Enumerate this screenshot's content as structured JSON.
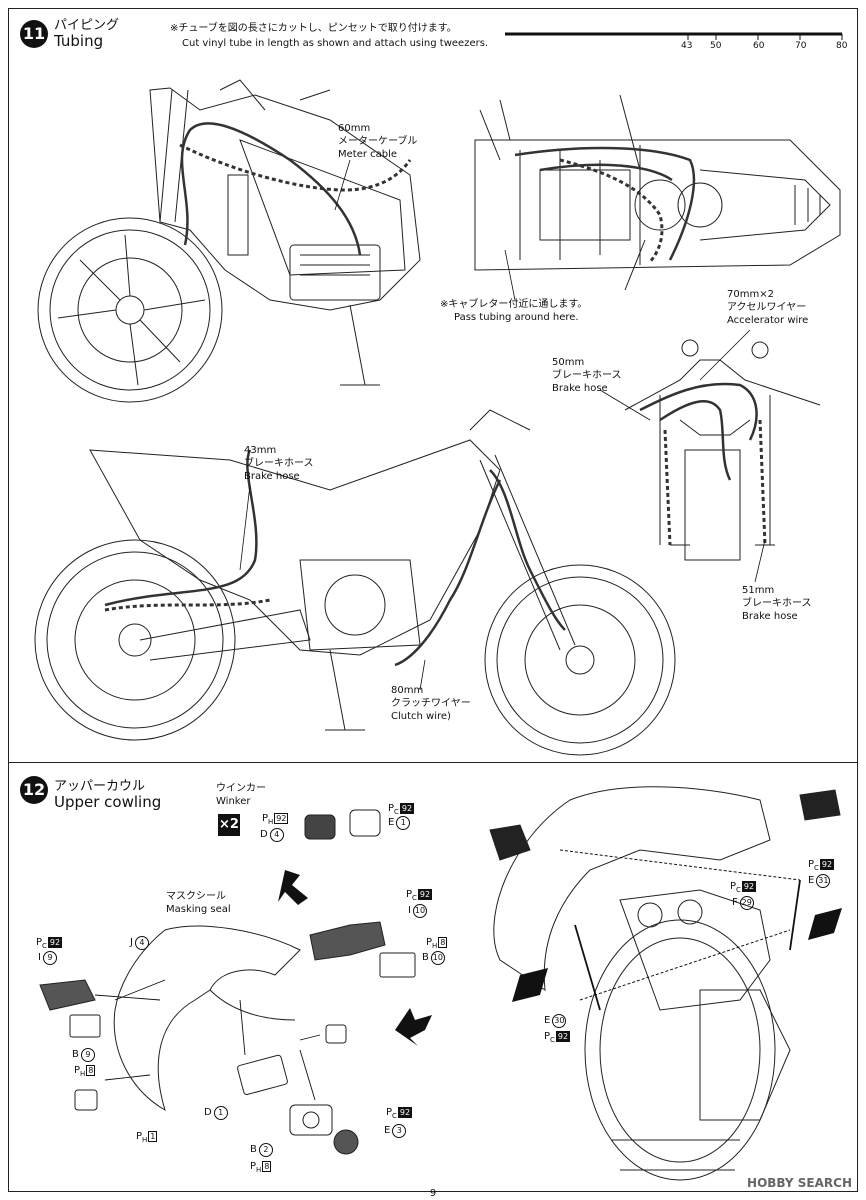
{
  "step11": {
    "number": "11",
    "title_ja": "パイピング",
    "title_en": "Tubing",
    "note_ja": "※チューブを図の長さにカットし、ピンセットで取り付けます。",
    "note_en": "Cut vinyl tube in length as shown and attach using tweezers.",
    "scale_ticks": [
      "43",
      "50",
      "60",
      "70",
      "80"
    ],
    "labels": {
      "meter_len": "60mm",
      "meter_ja": "メーターケーブル",
      "meter_en": "Meter cable",
      "carb_ja": "※キャブレター付近に通します。",
      "carb_en": "Pass tubing around here.",
      "accel_len": "70mm×2",
      "accel_ja": "アクセルワイヤー",
      "accel_en": "Accelerator wire",
      "brake50_len": "50mm",
      "brake50_ja": "ブレーキホース",
      "brake50_en": "Brake hose",
      "brake43_len": "43mm",
      "brake43_ja": "ブレーキホース",
      "brake43_en": "Brake hose",
      "brake51_len": "51mm",
      "brake51_ja": "ブレーキホース",
      "brake51_en": "Brake hose",
      "clutch_len": "80mm",
      "clutch_ja": "クラッチワイヤー",
      "clutch_en": "Clutch wire)"
    }
  },
  "step12": {
    "number": "12",
    "title_ja": "アッパーカウル",
    "title_en": "Upper cowling",
    "winker_ja": "ウインカー",
    "winker_en": "Winker",
    "times": "×2",
    "mask_ja": "マスクシール",
    "mask_en": "Masking seal",
    "parts": {
      "ph92": "92",
      "d4": "D",
      "d4n": "4",
      "pc92a": "92",
      "e1": "E",
      "e1n": "1",
      "pc92b": "92",
      "i10": "I",
      "i10n": "10",
      "ph8a": "8",
      "b10": "B",
      "b10n": "10",
      "pc92c": "92",
      "i9": "I",
      "i9n": "9",
      "j4": "J",
      "j4n": "4",
      "b9": "B",
      "b9n": "9",
      "ph8b": "8",
      "ph1": "1",
      "d1": "D",
      "d1n": "1",
      "pc92d": "92",
      "e3": "E",
      "e3n": "3",
      "b2": "B",
      "b2n": "2",
      "ph8c": "8",
      "pc92e": "92",
      "e31": "E",
      "e31n": "31",
      "pc92f": "92",
      "f29": "F",
      "f29n": "29",
      "e30": "E",
      "e30n": "30",
      "pc92g": "92"
    }
  },
  "footer": {
    "page": "9",
    "watermark": "HOBBY SEARCH"
  }
}
